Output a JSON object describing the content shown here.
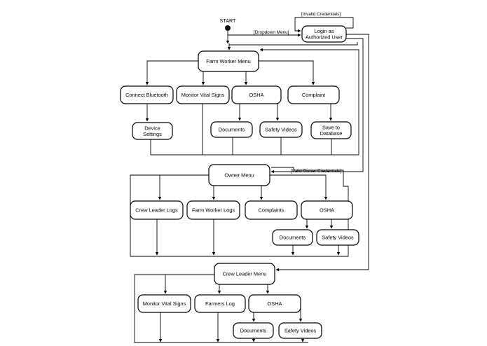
{
  "start_label": "START",
  "guards": {
    "invalid_credentials": "[Invalid Credentials]",
    "dropdown_menu": "[Dropdown Menu]",
    "valid_owner_credentials": "[Valid Owner Credentials]"
  },
  "nodes": {
    "login": [
      "Login as",
      "Authorized User"
    ],
    "farm_worker_menu": [
      "Farm Worker Menu"
    ],
    "connect_bluetooth": [
      "Connect Bluetooth"
    ],
    "monitor_vital_signs": [
      "Monitor Vital Signs"
    ],
    "fw_osha": [
      "OSHA"
    ],
    "complaint": [
      "Complaint"
    ],
    "device_settings": [
      "Device",
      "Settings"
    ],
    "fw_documents": [
      "Documents"
    ],
    "fw_safety_videos": [
      "Safety Videos"
    ],
    "save_to_database": [
      "Save to",
      "Database"
    ],
    "owner_menu": [
      "Owner Menu"
    ],
    "crew_leader_logs": [
      "Crew Leader Logs"
    ],
    "farm_worker_logs": [
      "Farm Worker Logs"
    ],
    "complaints": [
      "Complaints"
    ],
    "ow_osha": [
      "OSHA"
    ],
    "ow_documents": [
      "Documents"
    ],
    "ow_safety_videos": [
      "Safety Videos"
    ],
    "crew_leader_menu": [
      "Crew Leader Menu"
    ],
    "cl_monitor_vital_signs": [
      "Monitor Vital Signs"
    ],
    "farmers_log": [
      "Farmers Log"
    ],
    "cl_osha": [
      "OSHA"
    ],
    "cl_documents": [
      "Documents"
    ],
    "cl_safety_videos": [
      "Safety Videos"
    ]
  }
}
